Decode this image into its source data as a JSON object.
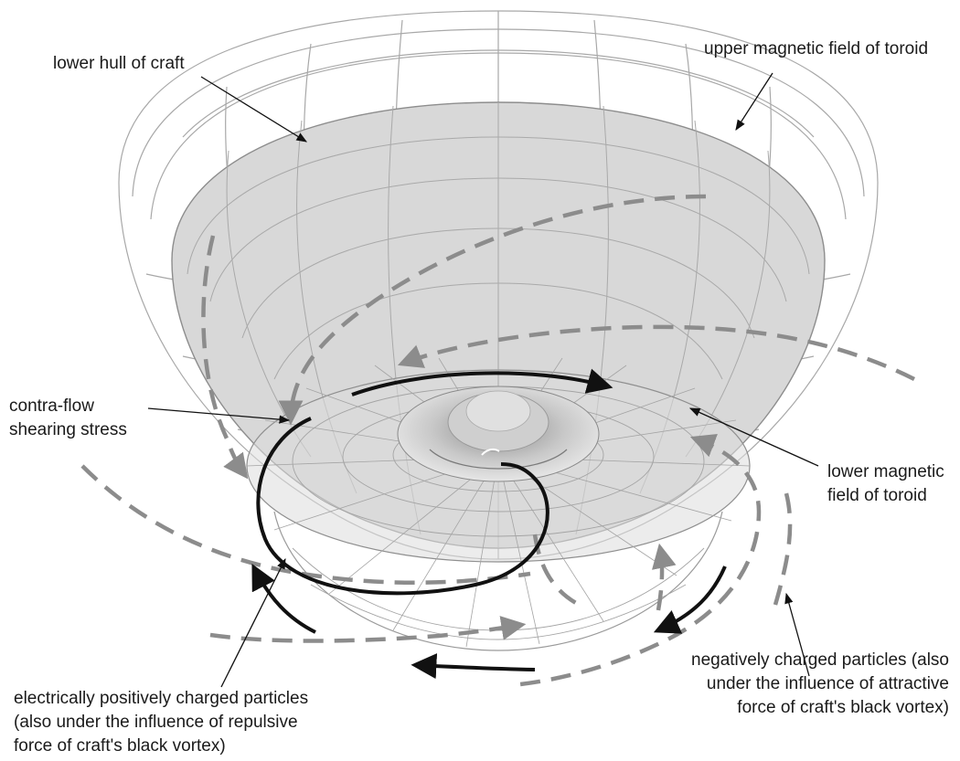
{
  "labels": {
    "lower_hull": "lower hull of craft",
    "upper_field": "upper magnetic field of toroid",
    "contra_flow_1": "contra-flow",
    "contra_flow_2": "shearing stress",
    "lower_field_1": "lower magnetic",
    "lower_field_2": "field of toroid",
    "positive_1": "electrically positively charged particles",
    "positive_2": "(also under the influence of repulsive",
    "positive_3": "force of craft's black vortex)",
    "negative_1": "negatively charged particles (also",
    "negative_2": "under the influence of attractive",
    "negative_3": "force of craft's black vortex)"
  },
  "colors": {
    "background": "#ffffff",
    "wireframe": "#9a9a9a",
    "hull_fill": "#d6d6d6",
    "vortex_fill": "#bdbdbd",
    "dashed_flow": "#8c8c8c",
    "solid_flow": "#111111",
    "text": "#1a1a1a"
  }
}
